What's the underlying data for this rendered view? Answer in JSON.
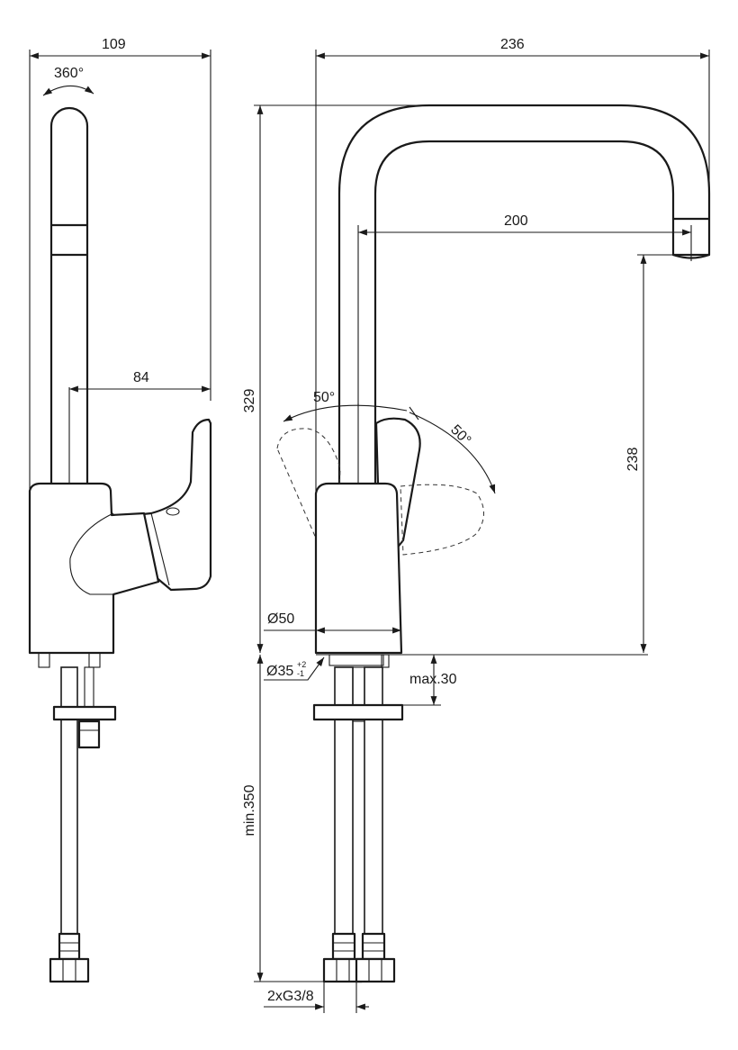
{
  "dimensions": {
    "side_width": "109",
    "rotation": "360°",
    "side_offset": "84",
    "front_width": "236",
    "spout_reach": "200",
    "total_height": "329",
    "spout_clearance": "238",
    "lever_angle_left": "50°",
    "lever_angle_right": "50°",
    "base_diameter": "Ø50",
    "hole_diameter": "Ø35",
    "hole_tol_plus": "+2",
    "hole_tol_minus": "-1",
    "deck_thickness": "max.30",
    "hose_length": "min.350",
    "thread": "2xG3/8"
  }
}
